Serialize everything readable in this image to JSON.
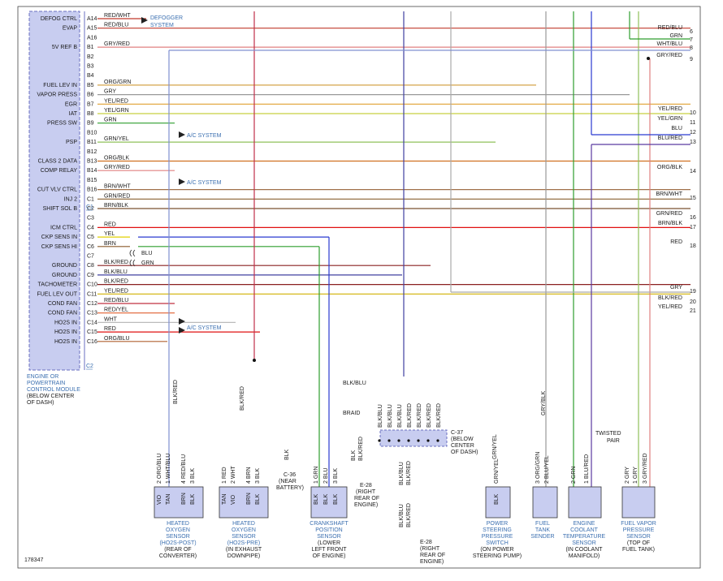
{
  "diagram_id": "178347",
  "pcm": {
    "labels": [
      "DEFOG CTRL",
      "EVAP",
      "5V REF B",
      "FUEL LEV IN",
      "VAPOR PRESS",
      "EGR",
      "IAT",
      "PRESS SW",
      "PSP",
      "CLASS 2 DATA",
      "COMP RELAY",
      "CUT VLV CTRL",
      "INJ 2",
      "SHIFT SOL B",
      "ICM CTRL",
      "CKP SENS IN",
      "CKP SENS HI",
      "GROUND",
      "GROUND",
      "TACHOMETER",
      "FUEL LEV OUT",
      "COND FAN",
      "COND FAN",
      "HO2S IN",
      "HO2S IN",
      "HO2S IN"
    ],
    "caption": [
      "ENGINE OR",
      "POWERTRAIN",
      "CONTROL MODULE",
      "(BELOW CENTER",
      "OF DASH)"
    ],
    "connectors": [
      "C1",
      "C2"
    ]
  },
  "pins": [
    "A14",
    "A15",
    "A16",
    "B1",
    "B2",
    "B3",
    "B4",
    "B5",
    "B6",
    "B7",
    "B8",
    "B9",
    "B10",
    "B11",
    "B12",
    "B13",
    "B14",
    "B15",
    "B16",
    "C1",
    "C2",
    "C3",
    "C4",
    "C5",
    "C6",
    "C7",
    "C8",
    "C9",
    "C10",
    "C11",
    "C12",
    "C13",
    "C14",
    "C15",
    "C16"
  ],
  "wire_colors": [
    "RED/WHT",
    "RED/BLU",
    "GRY/RED",
    "ORG/GRN",
    "GRY",
    "YEL/RED",
    "YEL/GRN",
    "GRN",
    "GRN/YEL",
    "ORG/BLK",
    "GRY/RED",
    "BRN/WHT",
    "GRN/RED",
    "BRN/BLK",
    "RED",
    "YEL",
    "BRN",
    "BLK/RED",
    "BLK/BLU",
    "BLK/RED",
    "YEL/RED",
    "RED/BLU",
    "RED/YEL",
    "WHT",
    "RED",
    "ORG/BLU"
  ],
  "destinations": {
    "defogger": [
      "DEFOGGER",
      "SYSTEM"
    ],
    "ac1": "A/C SYSTEM",
    "ac2": "A/C SYSTEM",
    "ac3": "A/C SYSTEM"
  },
  "ckp_splice": [
    "BLU",
    "GRN"
  ],
  "right_edge": [
    {
      "color": "RED/BLU",
      "num": "6"
    },
    {
      "color": "GRN",
      "num": "7"
    },
    {
      "color": "WHT/BLU",
      "num": "8"
    },
    {
      "color": "GRY/RED",
      "num": "9"
    },
    {
      "color": "YEL/RED",
      "num": "10"
    },
    {
      "color": "YEL/GRN",
      "num": "11"
    },
    {
      "color": "BLU",
      "num": "12"
    },
    {
      "color": "BLU/RED",
      "num": "13"
    },
    {
      "color": "ORG/BLK",
      "num": "14"
    },
    {
      "color": "BRN/WHT",
      "num": "15"
    },
    {
      "color": "GRN/RED",
      "num": "16"
    },
    {
      "color": "BRN/BLK",
      "num": "17"
    },
    {
      "color": "RED",
      "num": "18"
    },
    {
      "color": "GRY",
      "num": "19"
    },
    {
      "color": "BLK/RED",
      "num": "20"
    },
    {
      "color": "YEL/RED",
      "num": "21"
    }
  ],
  "mid_labels": {
    "blkblu_h": "BLK/BLU",
    "braid": "BRAID",
    "blkred_v1": "BLK/RED",
    "blkred_v2": "BLK/RED",
    "grybk": "GRY/BLK",
    "grnyel": "GRN/YEL",
    "twisted": [
      "TWISTED",
      "PAIR"
    ],
    "c37_wires": [
      "BLK/BLU",
      "BLK/BLU",
      "BLK/BLU",
      "BLK/RED",
      "BLK/RED",
      "BLK/RED",
      "BLK/RED"
    ],
    "c37": [
      "C-37",
      "(BELOW",
      "CENTER",
      "OF DASH)"
    ],
    "c36": [
      "C-36",
      "(NEAR",
      "BATTERY)"
    ],
    "c36_wire": "BLK",
    "e28a_wires": [
      "BLK",
      "BLK/RED"
    ],
    "e28a": [
      "E-28",
      "(RIGHT",
      "REAR OF",
      "ENGINE)"
    ],
    "e28b_wires": [
      "BLK/BLU",
      "BLK/RED"
    ],
    "e28b": [
      "E-28",
      "(RIGHT",
      "REAR OF",
      "ENGINE)"
    ],
    "e28c_wires": [
      "BLK/BLU",
      "BLK/RED"
    ]
  },
  "components": [
    {
      "pins": [
        "2 ORG/BLU",
        "1 WHT/BLU",
        "4 RED/BLU",
        "3 BLK"
      ],
      "bottom": [
        "VIO",
        "TAN",
        "BRN",
        "BLK"
      ],
      "name": [
        "HEATED",
        "OXYGEN",
        "SENSOR",
        "(HO2S-POST)"
      ],
      "loc": [
        "(REAR OF",
        "CONVERTER)"
      ]
    },
    {
      "pins": [
        "1 RED",
        "2 WHT",
        "4 BRN",
        "3 BLK"
      ],
      "bottom": [
        "TAN",
        "VIO",
        "BRN",
        "BLK"
      ],
      "name": [
        "HEATED",
        "OXYGEN",
        "SENSOR",
        "(HO2S-PRE)"
      ],
      "loc": [
        "(IN EXHAUST",
        "DOWNPIPE)"
      ]
    },
    {
      "pins": [
        "1 GRN",
        "2 BLU",
        "3 BLK"
      ],
      "bottom": [
        "BLK",
        "BLK",
        "BLK"
      ],
      "name": [
        "CRANKSHAFT",
        "POSITION",
        "SENSOR"
      ],
      "loc": [
        "(LOWER",
        "LEFT FRONT",
        "OF ENGINE)"
      ]
    },
    {
      "pins": [
        "GRN/YEL"
      ],
      "bottom": [
        "BLK"
      ],
      "name": [
        "POWER",
        "STEERING",
        "PRESSURE",
        "SWITCH"
      ],
      "loc": [
        "(ON POWER",
        "STEERING PUMP)"
      ]
    },
    {
      "pins": [
        "3 ORG/GRN",
        "2 BLU/YEL"
      ],
      "bottom": [],
      "name": [
        "FUEL",
        "TANK",
        "SENDER"
      ],
      "loc": []
    },
    {
      "pins": [
        "2 GRN",
        "1 BLU/RED"
      ],
      "bottom": [],
      "name": [
        "ENGINE",
        "COOLANT",
        "TEMPERATURE",
        "SENSOR"
      ],
      "loc": [
        "(IN COOLANT",
        "MANIFOLD)"
      ]
    },
    {
      "pins": [
        "2 GRY",
        "1 GRY",
        "3 GRY/RED"
      ],
      "bottom": [],
      "name": [
        "FUEL VAPOR",
        "PRESSURE",
        "SENSOR"
      ],
      "loc": [
        "(TOP OF",
        "FUEL TANK)"
      ]
    }
  ],
  "colors": {
    "pcm_fill": "#c8cdf0",
    "pcm_stroke": "#6a6fc0",
    "accent": "#3b6fb0"
  }
}
